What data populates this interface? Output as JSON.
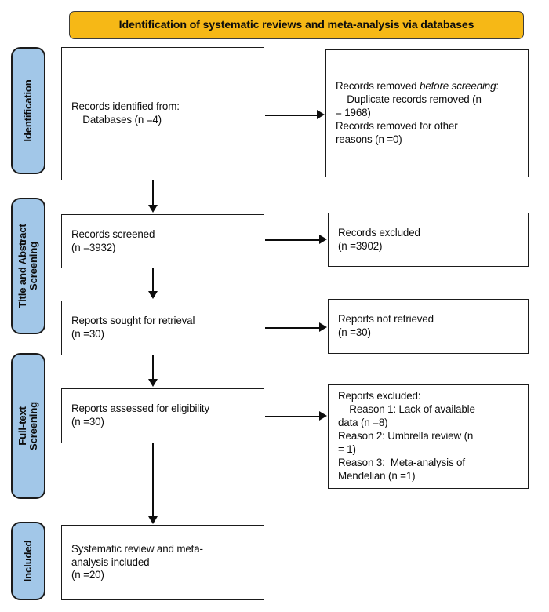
{
  "banner": {
    "title": "Identification of systematic reviews and meta-analysis via databases",
    "color": "#F6B816"
  },
  "stages": [
    {
      "id": "identification",
      "label": "Identification",
      "color": "#A2C7E8"
    },
    {
      "id": "title-abstract-screening",
      "label": "Title and Abstract\nScreening",
      "color": "#A2C7E8"
    },
    {
      "id": "full-text-screening",
      "label": "Full-text\nScreening",
      "color": "#A2C7E8"
    },
    {
      "id": "included",
      "label": "Included",
      "color": "#A2C7E8"
    }
  ],
  "boxes": {
    "records_identified": {
      "line1": "Records identified from:",
      "line2": "    Databases (n =4)"
    },
    "records_removed": {
      "heading_a": "Records removed ",
      "heading_b": "before screening",
      "heading_c": ":",
      "line2": "    Duplicate records removed (n",
      "line3": "= 1968)",
      "line4": "Records removed for other",
      "line5": "reasons (n =0)"
    },
    "records_screened": {
      "line1": "Records screened",
      "line2": "(n =3932)"
    },
    "records_excluded": {
      "line1": "Records excluded",
      "line2": "(n =3902)"
    },
    "reports_sought": {
      "line1": "Reports sought for retrieval",
      "line2": "(n =30)"
    },
    "reports_not_retrieved": {
      "line1": "Reports not retrieved",
      "line2": "(n =30)"
    },
    "reports_assessed": {
      "line1": "Reports assessed for eligibility",
      "line2": "(n =30)"
    },
    "reports_excluded": {
      "line1": "Reports excluded:",
      "line2": "    Reason 1: Lack of available",
      "line3": "data (n =8)",
      "line4": "Reason 2: Umbrella review (n",
      "line5": "= 1)",
      "line6": "Reason 3:  Meta-analysis of",
      "line7": "Mendelian (n =1)"
    },
    "included_final": {
      "line1": "Systematic review and meta-",
      "line2": "analysis included",
      "line3": "(n =20)"
    }
  },
  "counts": {
    "databases_n": 4,
    "duplicates_removed_n": 1968,
    "removed_other_reasons_n": 0,
    "records_screened_n": 3932,
    "records_excluded_n": 3902,
    "reports_sought_n": 30,
    "reports_not_retrieved_n": 30,
    "reports_assessed_n": 30,
    "reason1_lack_of_data_n": 8,
    "reason2_umbrella_review_n": 1,
    "reason3_mendelian_meta_n": 1,
    "included_n": 20
  }
}
